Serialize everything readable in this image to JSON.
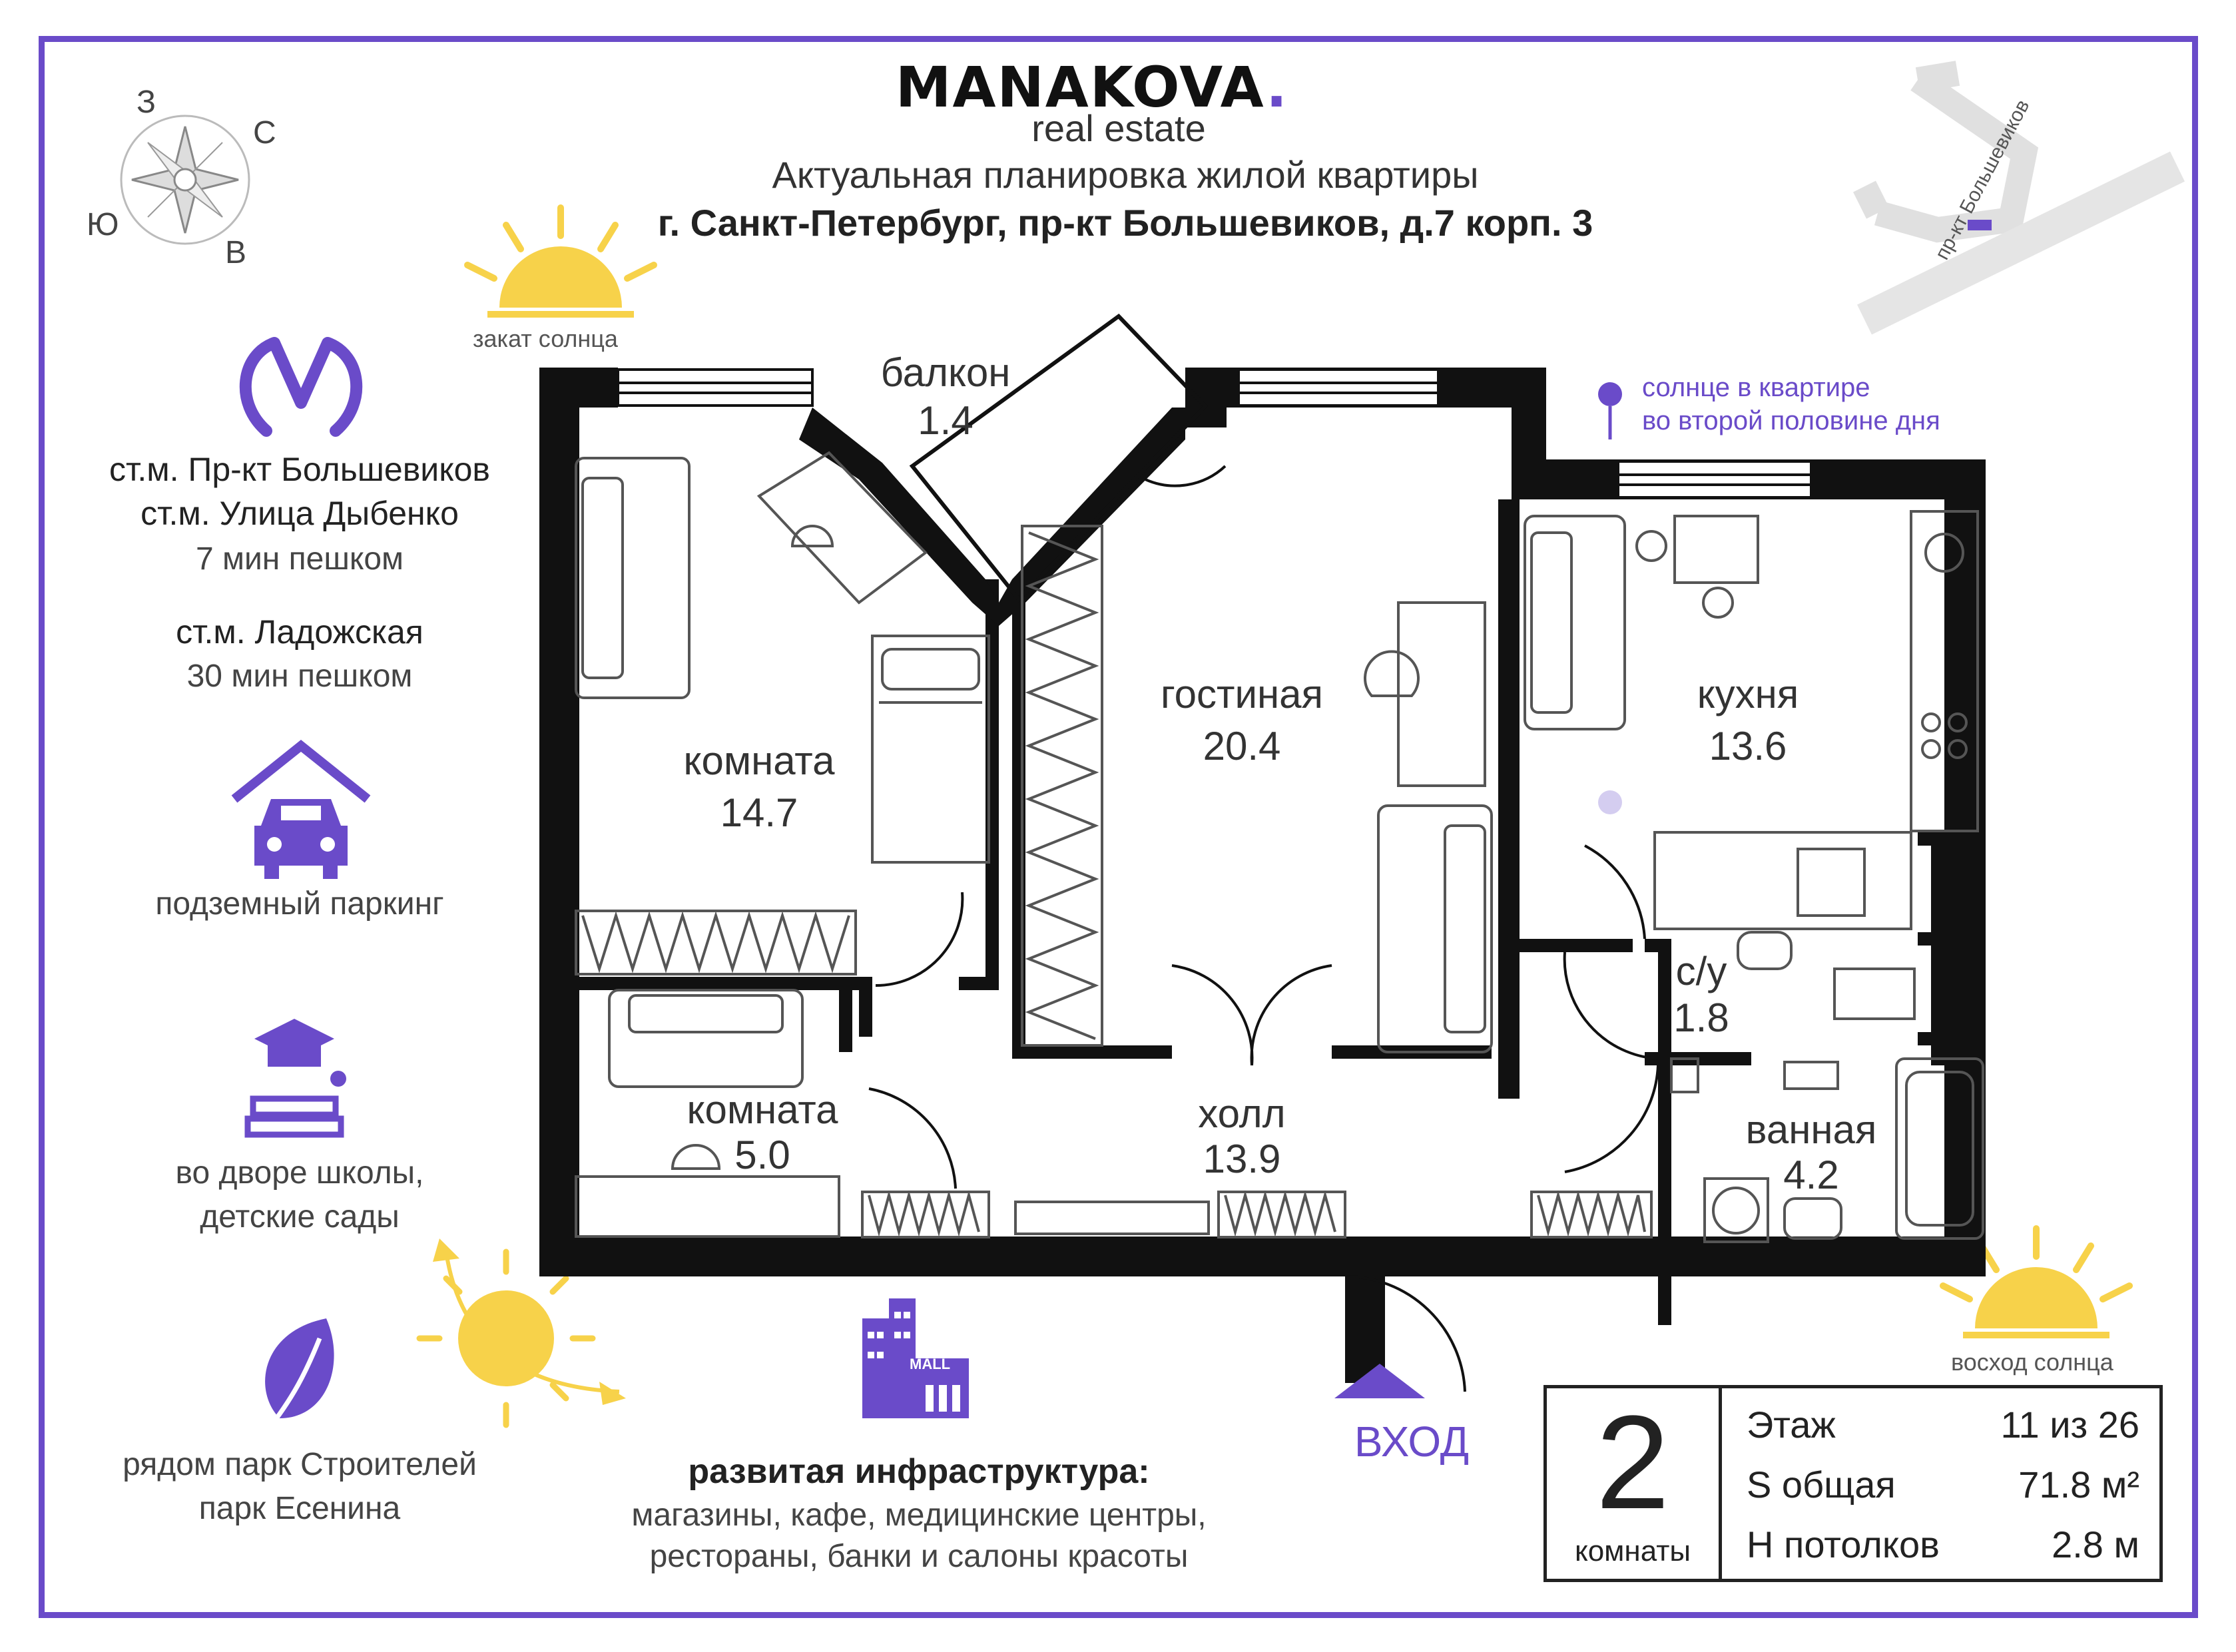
{
  "header": {
    "brand_name": "MANAKOVA",
    "brand_dot": ".",
    "brand_sub": "real estate",
    "subtitle": "Актуальная  планировка жилой квартиры",
    "address": "г. Санкт-Петербург, пр-кт Большевиков, д.7 корп. 3"
  },
  "compass": {
    "n": "С",
    "s": "Ю",
    "w": "З",
    "e": "В"
  },
  "sun": {
    "sunset_label": "закат солнца",
    "sunrise_label": "восход солнца",
    "in_apartment_line1": "солнце в квартире",
    "in_apartment_line2": "во второй половине дня"
  },
  "street_map_label": "пр-кт Большевиков",
  "sidebar": {
    "metro_line1": "ст.м. Пр-кт Большевиков",
    "metro_line2": "ст.м. Улица Дыбенко",
    "metro_walk1": "7 мин пешком",
    "metro_line3": "ст.м. Ладожская",
    "metro_walk2": "30 мин пешком",
    "parking": "подземный паркинг",
    "schools_line1": "во дворе школы,",
    "schools_line2": "детские сады",
    "park_line1": "рядом парк Строителей",
    "park_line2": "парк Есенина"
  },
  "infrastructure": {
    "title": "развитая инфраструктура:",
    "line1": "магазины, кафе, медицинские центры,",
    "line2": "рестораны, банки и салоны красоты",
    "mall_label": "MALL"
  },
  "rooms": [
    {
      "name": "балкон",
      "area": "1.4"
    },
    {
      "name": "комната",
      "area": "14.7"
    },
    {
      "name": "гостиная",
      "area": "20.4"
    },
    {
      "name": "кухня",
      "area": "13.6"
    },
    {
      "name": "с/у",
      "area": "1.8"
    },
    {
      "name": "комната",
      "area": "5.0"
    },
    {
      "name": "холл",
      "area": "13.9"
    },
    {
      "name": "ванная",
      "area": "4.2"
    }
  ],
  "entry_label": "ВХОД",
  "summary": {
    "rooms_count": "2",
    "rooms_label": "комнаты",
    "floor_label": "Этаж",
    "floor_value": "11 из 26",
    "area_label": "S общая",
    "area_value": "71.8 м²",
    "ceiling_label": "Н потолков",
    "ceiling_value": "2.8 м"
  },
  "colors": {
    "accent": "#6a4bc9",
    "sun": "#f7d24a",
    "wall": "#111111",
    "furniture": "#555555"
  }
}
